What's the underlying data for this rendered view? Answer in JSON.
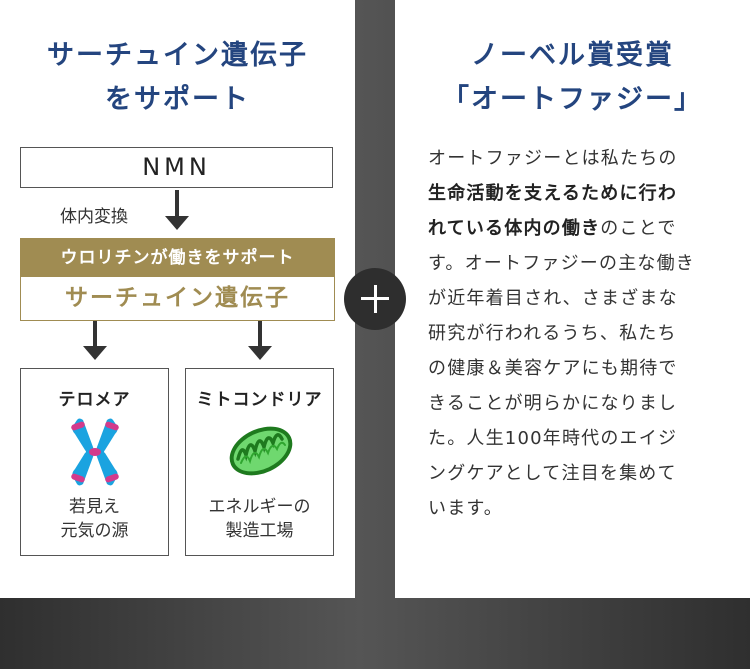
{
  "left": {
    "title_line1": "サーチュイン遺伝子",
    "title_line2": "をサポート",
    "nmn": "NMN",
    "conversion_label": "体内変換",
    "urolithin_header": "ウロリチンが働きをサポート",
    "sirtuin": "サーチュイン遺伝子",
    "telomere": {
      "title": "テロメア",
      "desc_line1": "若見え",
      "desc_line2": "元気の源",
      "icon": "chromosome-icon"
    },
    "mitochondria": {
      "title": "ミトコンドリア",
      "desc_line1": "エネルギーの",
      "desc_line2": "製造工場",
      "icon": "mitochondria-icon"
    }
  },
  "right": {
    "title_line1": "ノーベル賞受賞",
    "title_line2": "「オートファジー」",
    "body": [
      {
        "pre": "オートファジーとは私たちの",
        "bold": "",
        "post": ""
      },
      {
        "pre": "",
        "bold": "生命活動を支えるために行わ",
        "post": ""
      },
      {
        "pre": "",
        "bold": "れている体内の働き",
        "post": "のことで"
      },
      {
        "pre": "す。オートファジーの主な働き",
        "bold": "",
        "post": ""
      },
      {
        "pre": "が近年着目され、さまざまな",
        "bold": "",
        "post": ""
      },
      {
        "pre": "研究が行われるうち、私たち",
        "bold": "",
        "post": ""
      },
      {
        "pre": "の健康＆美容ケアにも期待で",
        "bold": "",
        "post": ""
      },
      {
        "pre": "きることが明らかになりまし",
        "bold": "",
        "post": ""
      },
      {
        "pre": "た。人生100年時代のエイジ",
        "bold": "",
        "post": ""
      },
      {
        "pre": "ングケアとして注目を集めて",
        "bold": "",
        "post": ""
      },
      {
        "pre": "います。",
        "bold": "",
        "post": ""
      }
    ]
  },
  "colors": {
    "title_navy": "#24457f",
    "gold": "#a08c52",
    "chromosome_blue": "#1aa3e0",
    "chromosome_pink": "#d23b8c",
    "mitochondria_green": "#2fa52f"
  },
  "icons": {
    "plus": "plus-icon"
  }
}
